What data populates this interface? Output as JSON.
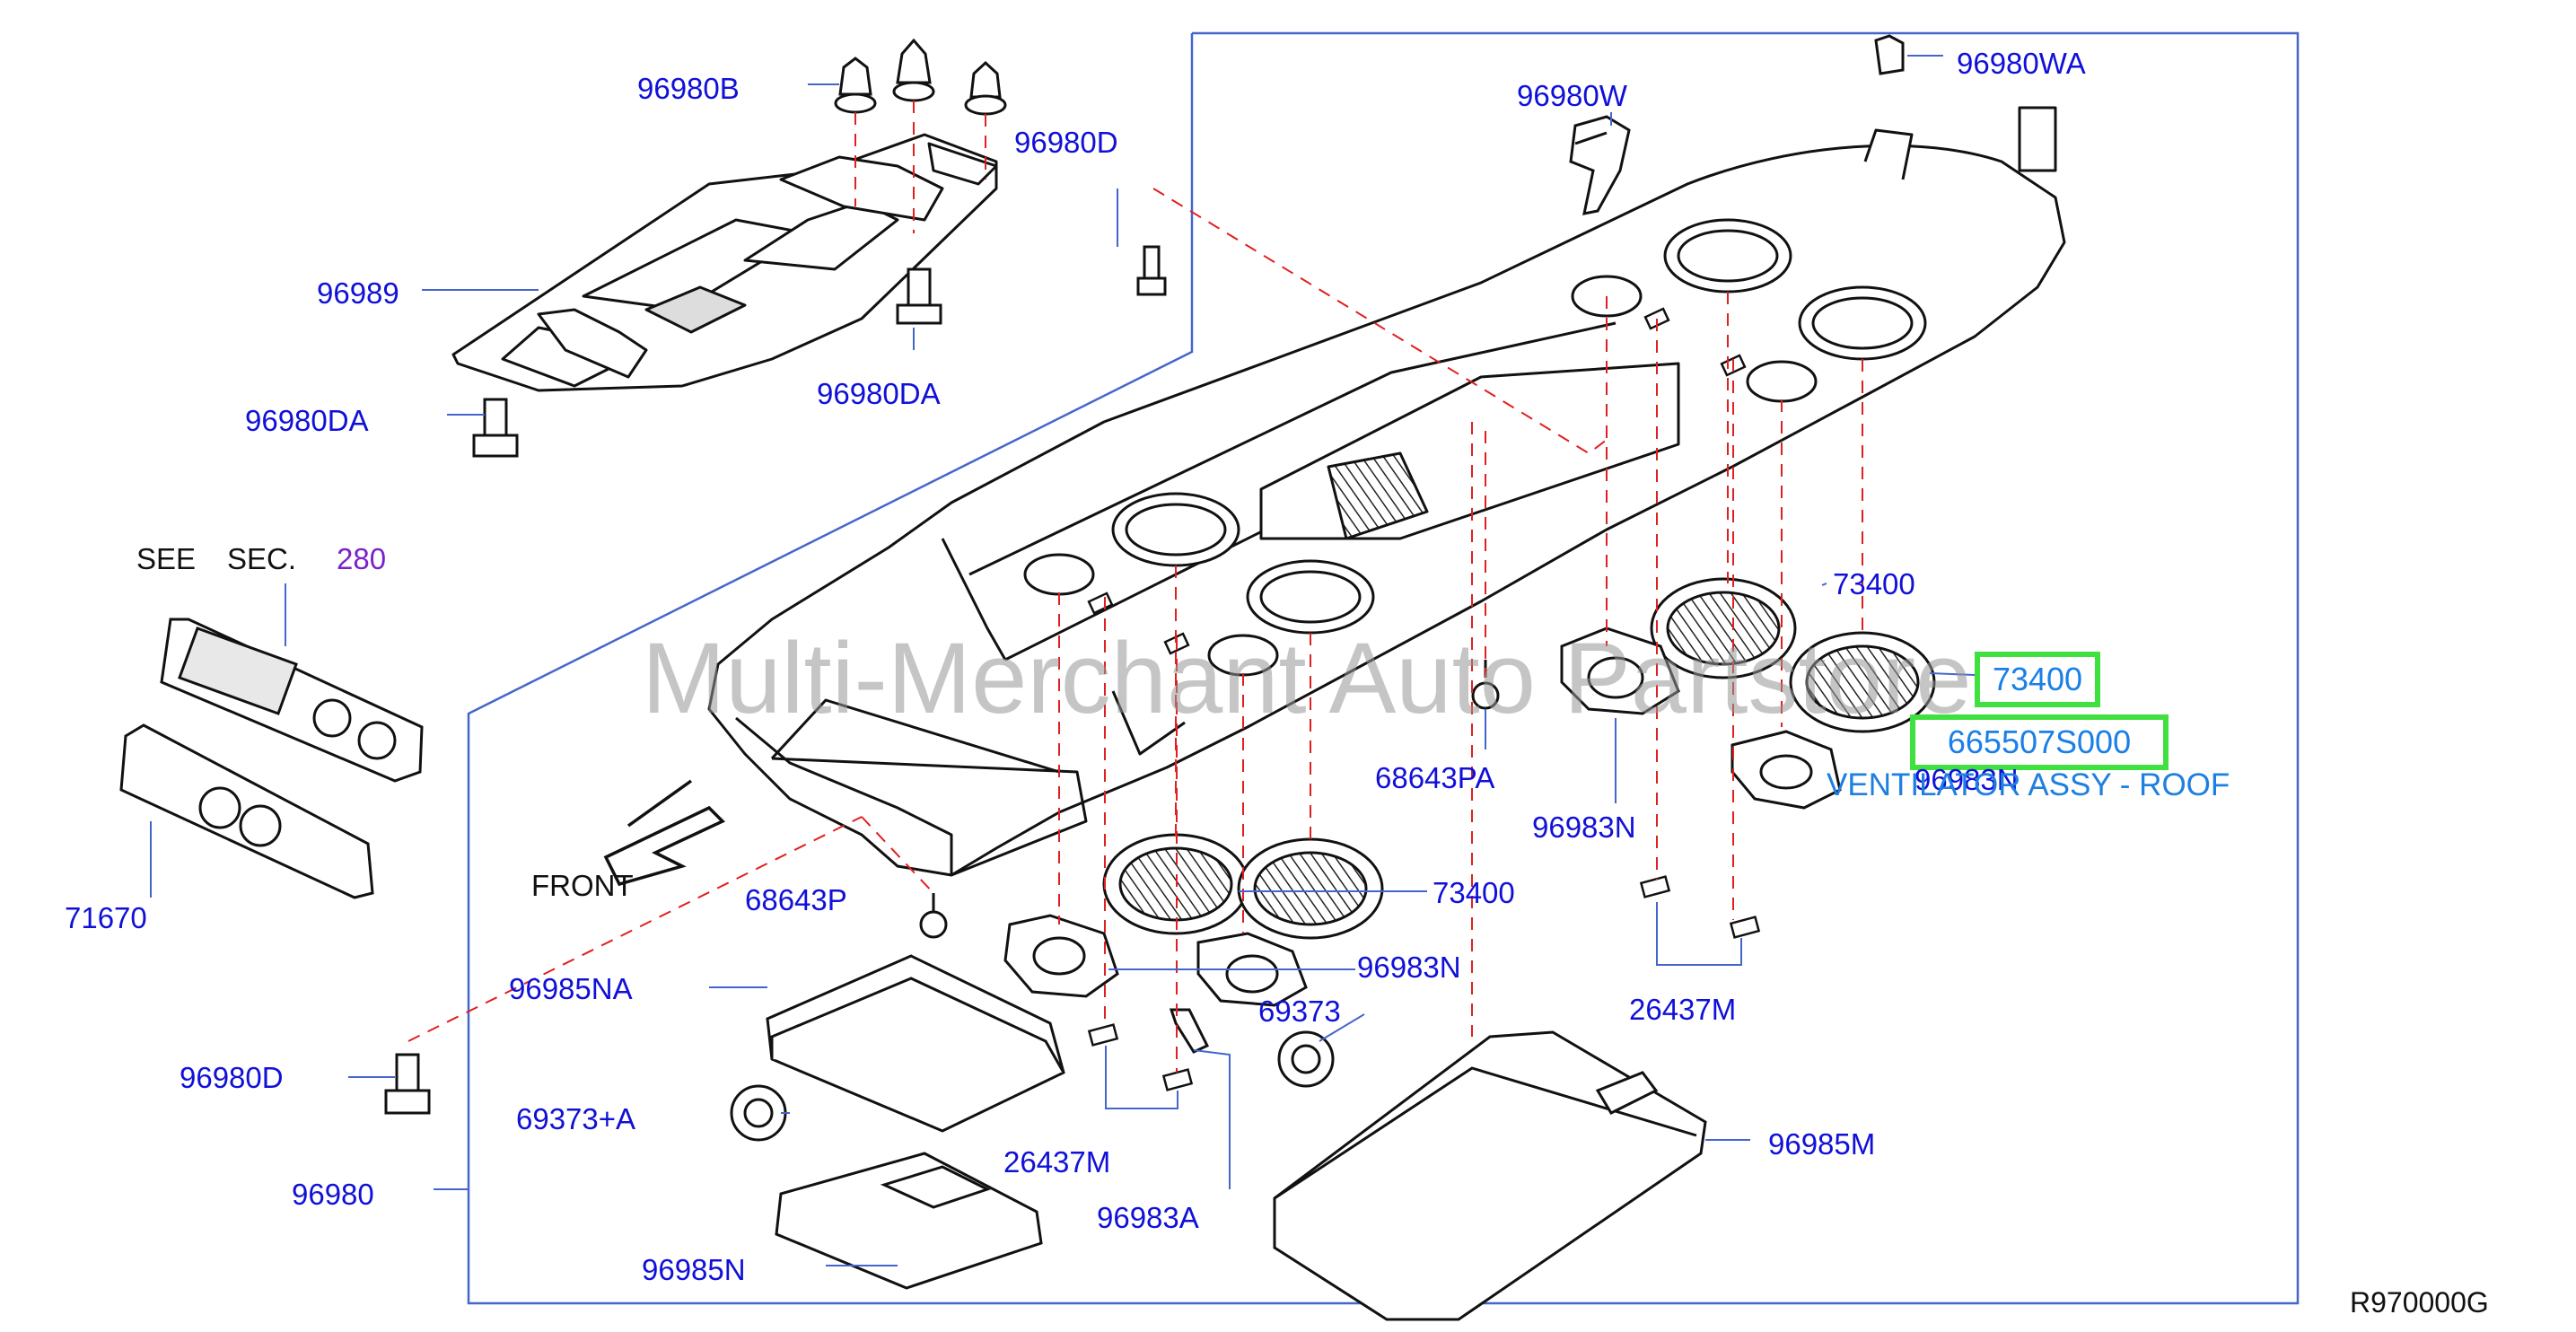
{
  "diagram": {
    "code": "R970000G",
    "watermark": "Multi-Merchant Auto Partstore",
    "see_section": {
      "see": "SEE",
      "sec": "SEC.",
      "number": "280"
    },
    "front_label": "FRONT",
    "highlight": {
      "part_label": "73400",
      "part_number": "665507S000",
      "part_name": "VENTILATOR ASSY - ROOF"
    },
    "labels": {
      "p96980B": "96980B",
      "p96980D_top": "96980D",
      "p96989": "96989",
      "p96980DA_right": "96980DA",
      "p96980DA_left": "96980DA",
      "p96980W": "96980W",
      "p96980WA": "96980WA",
      "p73400_a": "73400",
      "p73400_b": "73400",
      "p68643PA": "68643PA",
      "p96983N_right": "96983N",
      "p96983N_hidden": "96983N",
      "p71670": "71670",
      "p68643P": "68643P",
      "p96985NA": "96985NA",
      "p96980D_bottom": "96980D",
      "p96983N_mid": "96983N",
      "p69373": "69373",
      "p26437M_right": "26437M",
      "p69373A": "69373+A",
      "p26437M_left": "26437M",
      "p96985M": "96985M",
      "p96980": "96980",
      "p96983A": "96983A",
      "p96985N": "96985N"
    }
  }
}
